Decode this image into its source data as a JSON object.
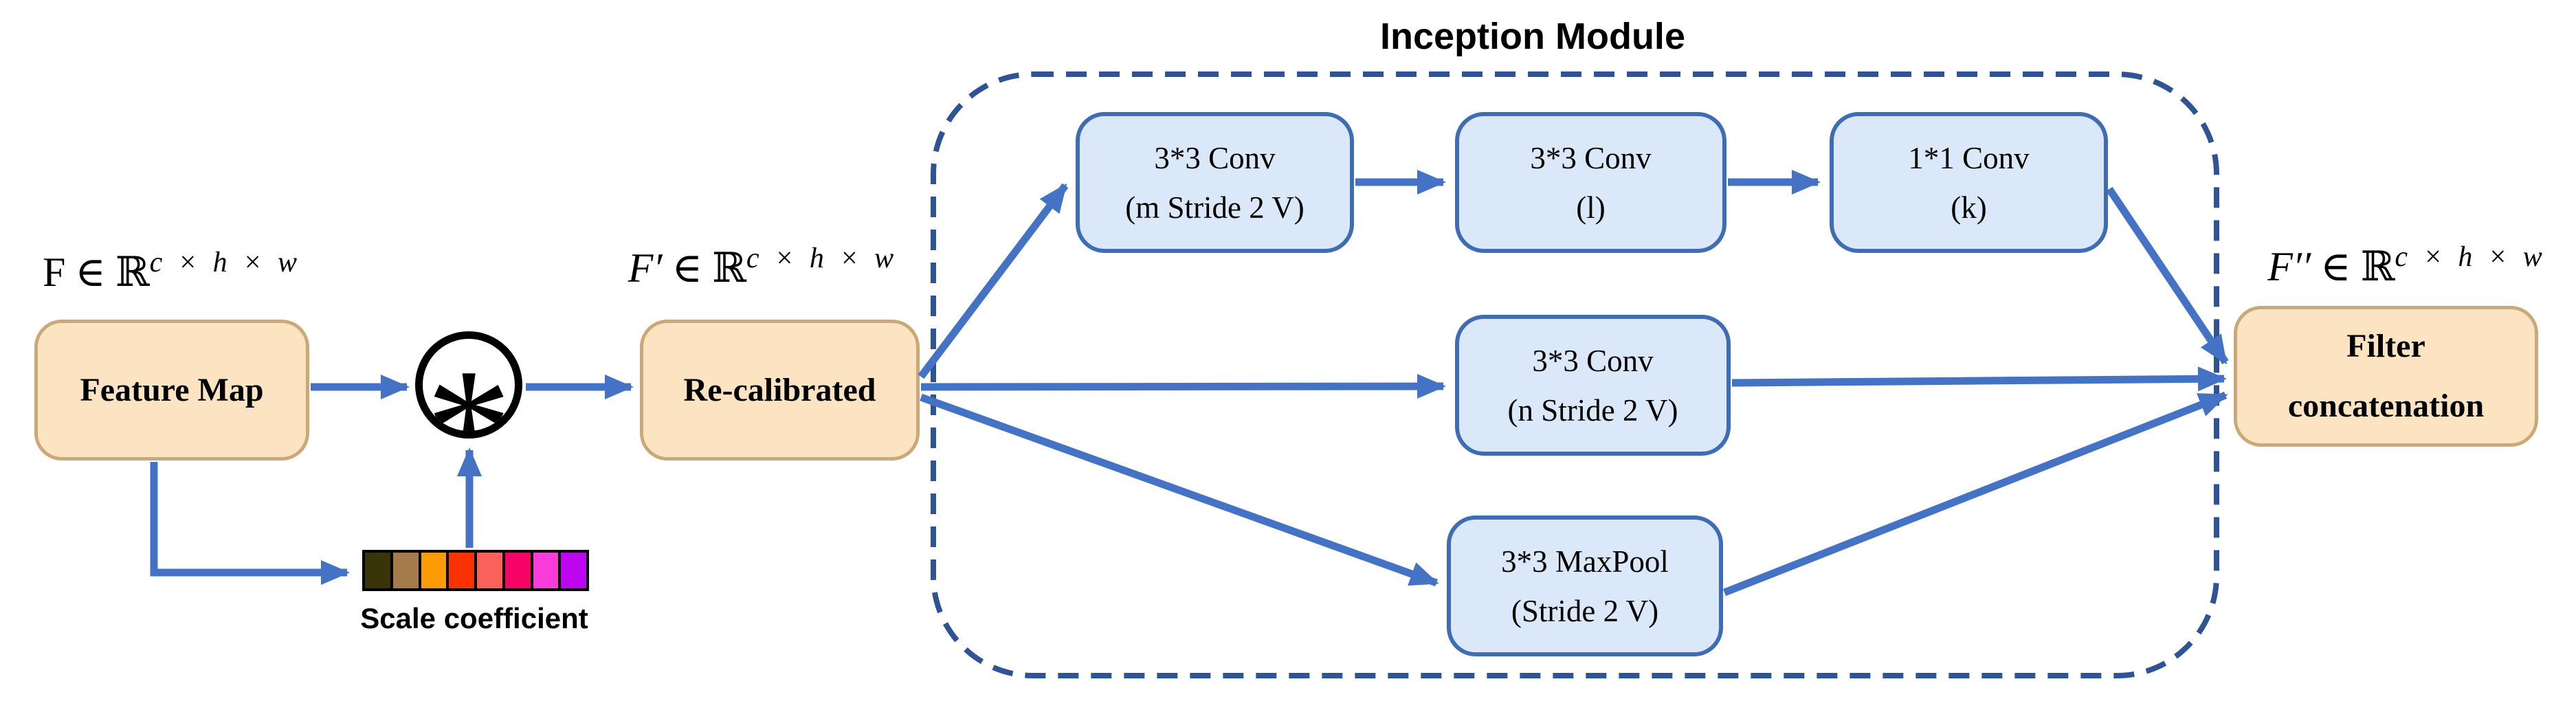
{
  "diagram": {
    "title": "Inception Module",
    "formulas": {
      "input": {
        "symbol": "F",
        "relation": "∈",
        "space": "ℝ",
        "exponent": "c × h × w"
      },
      "recalibrated": {
        "symbol": "F′",
        "relation": "∈",
        "space": "ℝ",
        "exponent": "c × h × w"
      },
      "output": {
        "symbol": "F′′",
        "relation": "∈",
        "space": "ℝ",
        "exponent": "c × h × w"
      }
    },
    "nodes": {
      "feature_map": {
        "label": "Feature Map"
      },
      "operator": {
        "symbol": "*"
      },
      "recalibrated": {
        "label": "Re-calibrated"
      },
      "conv_m": {
        "line1": "3*3 Conv",
        "line2": "(m Stride 2 V)"
      },
      "conv_l": {
        "line1": "3*3 Conv",
        "line2": "(l)"
      },
      "conv_k": {
        "line1": "1*1 Conv",
        "line2": "(k)"
      },
      "conv_n": {
        "line1": "3*3 Conv",
        "line2": "(n Stride 2 V)"
      },
      "maxpool": {
        "line1": "3*3 MaxPool",
        "line2": "(Stride 2 V)"
      },
      "filter_concat": {
        "line1": "Filter",
        "line2": "concatenation"
      }
    },
    "scale": {
      "label": "Scale coefficient",
      "colors": [
        "#3a3509",
        "#a67b4b",
        "#fc9b06",
        "#fa3203",
        "#f9615a",
        "#f70566",
        "#f83bd9",
        "#bd05ef"
      ]
    },
    "colors": {
      "arrow": "#4472C4",
      "module_border": "#2F5496",
      "conv_fill": "#DAE8FA",
      "conv_border": "#3E6CB5",
      "tan_fill": "#FCE4C2",
      "tan_border": "#CBA877"
    }
  }
}
